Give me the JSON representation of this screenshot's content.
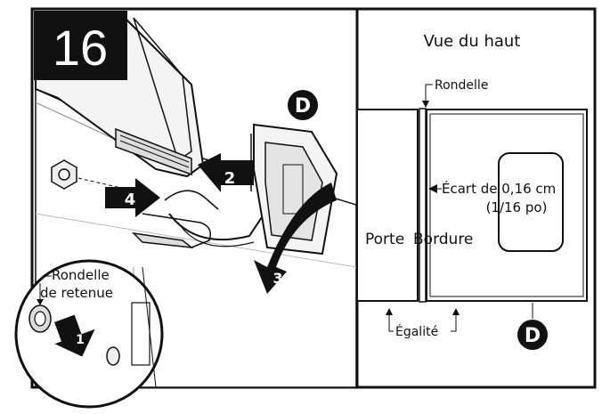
{
  "step": {
    "number": "16"
  },
  "left_panel": {
    "callout_d": "D",
    "arrows": [
      "2",
      "3",
      "4",
      "1"
    ],
    "inset_label_line1": "Rondelle",
    "inset_label_line2": "de retenue"
  },
  "right_panel": {
    "title": "Vue du haut",
    "rondelle_label": "Rondelle",
    "gap_label_line1": "Écart de 0,16 cm",
    "gap_label_line2": "(1/16 po)",
    "door_label": "Porte",
    "trim_label": "Bordure",
    "flush_label": "Égalité",
    "callout_d": "D"
  }
}
